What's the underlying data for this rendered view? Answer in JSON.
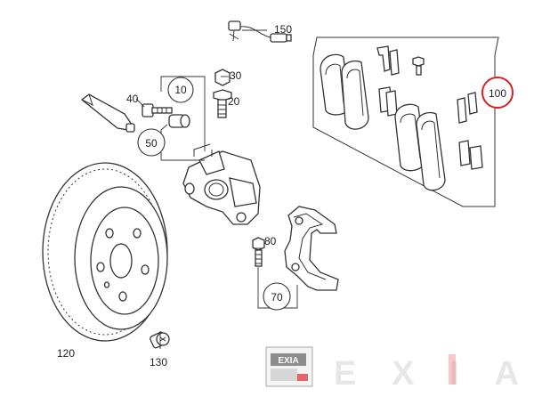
{
  "callouts": {
    "c10": "10",
    "c20": "20",
    "c30": "30",
    "c40": "40",
    "c50": "50",
    "c70": "70",
    "c80": "80",
    "c100": "100",
    "c120": "120",
    "c130": "130",
    "c150": "150"
  },
  "highlighted_callout": "100",
  "watermark": {
    "badge_text": "EXIA",
    "wordmark": "EXIA",
    "colors": {
      "dark": "#6a6a6a",
      "accent": "#e04a55"
    }
  }
}
